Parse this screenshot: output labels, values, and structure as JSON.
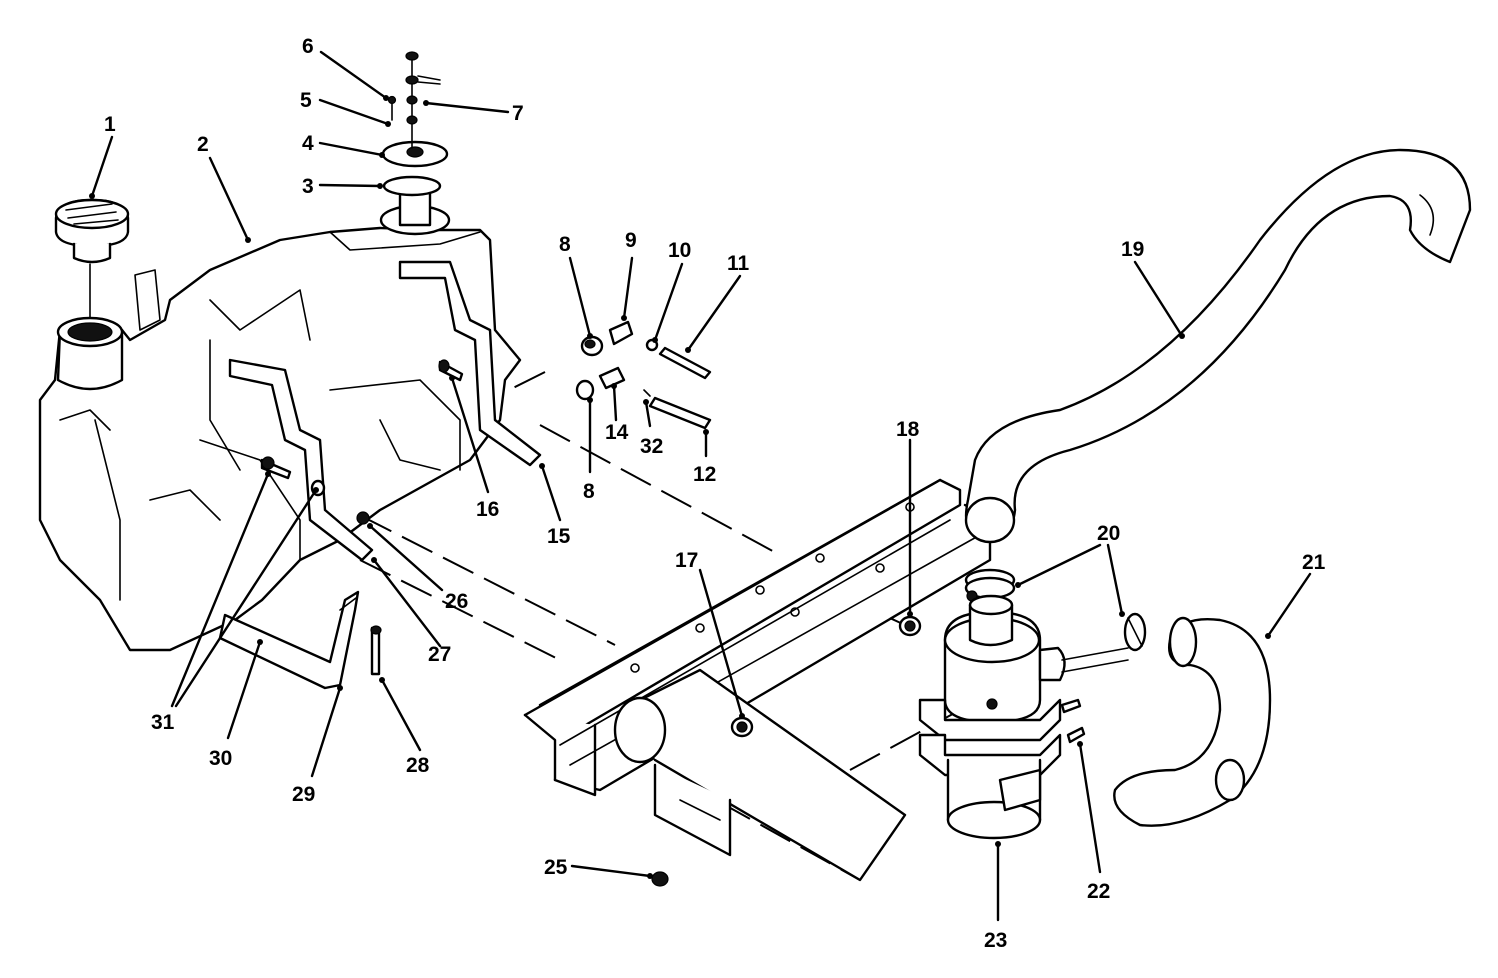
{
  "callouts": [
    {
      "id": "c1",
      "text": "1"
    },
    {
      "id": "c2",
      "text": "2"
    },
    {
      "id": "c3",
      "text": "3"
    },
    {
      "id": "c4",
      "text": "4"
    },
    {
      "id": "c5",
      "text": "5"
    },
    {
      "id": "c6",
      "text": "6"
    },
    {
      "id": "c7",
      "text": "7"
    },
    {
      "id": "c8a",
      "text": "8"
    },
    {
      "id": "c8b",
      "text": "8"
    },
    {
      "id": "c9",
      "text": "9"
    },
    {
      "id": "c10",
      "text": "10"
    },
    {
      "id": "c11",
      "text": "11"
    },
    {
      "id": "c12",
      "text": "12"
    },
    {
      "id": "c14",
      "text": "14"
    },
    {
      "id": "c15",
      "text": "15"
    },
    {
      "id": "c16",
      "text": "16"
    },
    {
      "id": "c17",
      "text": "17"
    },
    {
      "id": "c18",
      "text": "18"
    },
    {
      "id": "c19",
      "text": "19"
    },
    {
      "id": "c20",
      "text": "20"
    },
    {
      "id": "c21",
      "text": "21"
    },
    {
      "id": "c22",
      "text": "22"
    },
    {
      "id": "c23",
      "text": "23"
    },
    {
      "id": "c25",
      "text": "25"
    },
    {
      "id": "c26",
      "text": "26"
    },
    {
      "id": "c27",
      "text": "27"
    },
    {
      "id": "c28",
      "text": "28"
    },
    {
      "id": "c29",
      "text": "29"
    },
    {
      "id": "c30",
      "text": "30"
    },
    {
      "id": "c31",
      "text": "31"
    },
    {
      "id": "c32",
      "text": "32"
    }
  ],
  "colors": {
    "line": "#000000",
    "background": "#ffffff"
  }
}
